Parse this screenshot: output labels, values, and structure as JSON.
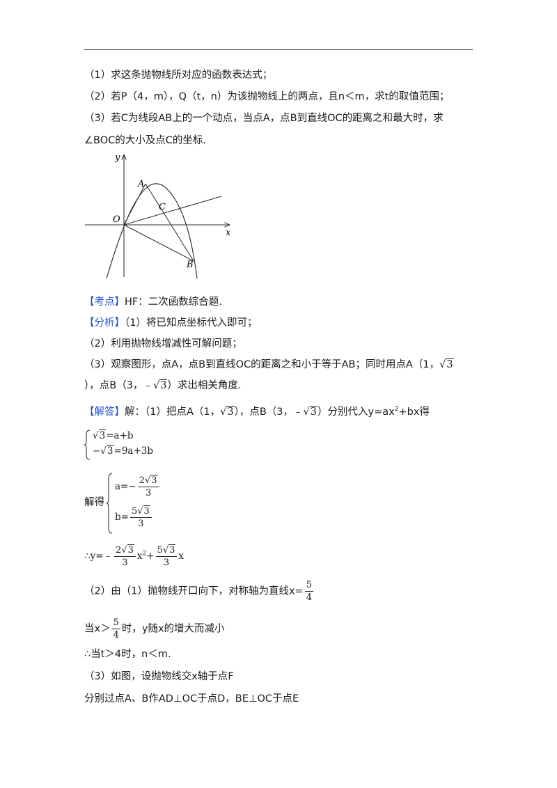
{
  "questions": {
    "q1": "（1）求这条抛物线所对应的函数表达式；",
    "q2": "（2）若P（4，m），Q（t，n）为该抛物线上的两点，且n＜m，求t的取值范围；",
    "q3_line1": "（3）若C为线段AB上的一个动点，当点A，点B到直线OC的距离之和最大时，求",
    "q3_line2": "∠BOC的大小及点C的坐标."
  },
  "figure": {
    "labels": {
      "y": "y",
      "x": "x",
      "O": "O",
      "A": "A",
      "B": "B",
      "C": "C"
    }
  },
  "kaodian": {
    "tag": "【考点】",
    "text": "HF：二次函数综合题."
  },
  "fenxi": {
    "tag": "【分析】",
    "text1": "（1）将已知点坐标代入即可；",
    "line2": "（2）利用抛物线增减性可解问题；",
    "line3": "（3）观察图形，点A，点B到直线OC的距离之和小于等于AB；同时用点A（1，",
    "line4a": "），点B（3，﹣",
    "line4b": "）求出相关角度."
  },
  "jieda": {
    "tag": "【解答】",
    "intro_a": "解：（1）把点A（1，",
    "intro_b": "），点B（3，﹣",
    "intro_c": "）分别代入y=ax",
    "intro_d": "+bx得"
  },
  "math": {
    "sqrt3": "3",
    "eq1_rhs": "=a+b",
    "eq2_lhs": "−",
    "eq2_rhs": "=9a+3b",
    "jiede": "解得",
    "a_eq": "a=−",
    "b_eq": "b=",
    "two": "2",
    "five": "5",
    "three": "3",
    "four": "4",
    "therefore_y": "∴y=﹣",
    "x2": "x",
    "sup2": "2",
    "plus": "+",
    "x": "x"
  },
  "part2": {
    "line1": "（2）由（1）抛物线开口向下，对称轴为直线x=",
    "line2a": "当x＞",
    "line2b": "时，y随x的增大而减小",
    "line3": "∴当t＞4时，n＜m."
  },
  "part3": {
    "line1": "（3）如图，设抛物线交x轴于点F",
    "line2": "分别过点A、B作AD⊥OC于点D，BE⊥OC于点E"
  }
}
